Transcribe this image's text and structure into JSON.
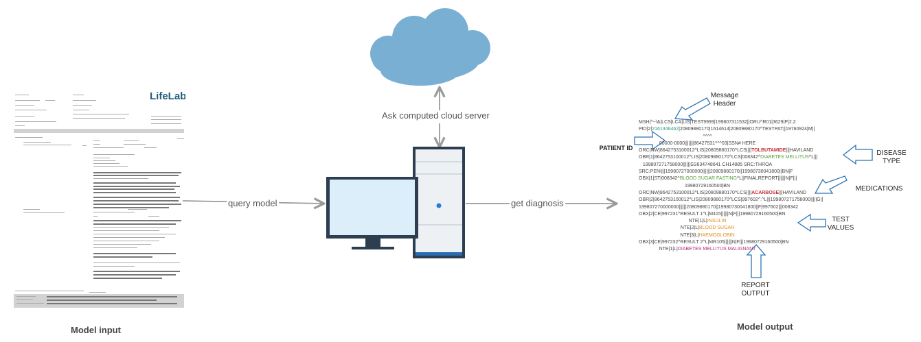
{
  "captions": {
    "input": "Model input",
    "output": "Model output"
  },
  "edges": {
    "query": "query model",
    "cloud": "Ask computed cloud server",
    "diagnosis": "get diagnosis"
  },
  "report": {
    "logo": "LifeLabs"
  },
  "hl7_lines": [
    [
      {
        "t": "MSH|^~\\&|LCS|LCA|LIS|TEST9999|199807311532||ORU^R01|3629|P|2.2"
      }
    ],
    [
      {
        "t": "PID|2|"
      },
      {
        "t": "2161348462",
        "c": "teal"
      },
      {
        "t": "|20809880170|1614614|20809880170^TESTPAT||19760924|M||"
      }
    ],
    [
      {
        "t": "^^^^"
      }
    ],
    [
      {
        "t": "00000-0000|||||||86427531^^^03|SSN# HERE"
      }
    ],
    [
      {
        "t": "ORC|NW|8642753100012^LIS|20809880170^LCS||||"
      },
      {
        "t": "TOLBUTAMIDE",
        "c": "red"
      },
      {
        "t": "|||HAVILAND"
      }
    ],
    [
      {
        "t": "OBR|1|8642753100012^LIS|20809880170^LCS|008342^"
      },
      {
        "t": "DIABETES MELLITUS",
        "c": "green"
      },
      {
        "t": "^L|||"
      }
    ],
    [
      {
        "t": "199807271758000||||||SS634748641 CH14885 SRC:THROA"
      }
    ],
    [
      {
        "t": "SRC:PENI|||19980727000000||||||20809880170||19980730041800||BN|F"
      }
    ],
    [
      {
        "t": "OBX|1|ST|008342^"
      },
      {
        "t": "BLOOD SUGAR FASTING",
        "c": "green"
      },
      {
        "t": "^L||FINALREPORT||||||N|F|||"
      }
    ],
    [
      {
        "t": "19980729160500|BN"
      }
    ],
    [
      {
        "t": "ORC|NW|8642753100012^LIS|20809880170^LCS||||"
      },
      {
        "t": "ACARBOSE",
        "c": "red"
      },
      {
        "t": "|||HAVILAND"
      }
    ],
    [
      {
        "t": "OBR|2|8642753100012^LIS|20809880170^LCS|997602^.^L|||199807271758000|||||G||"
      }
    ],
    [
      {
        "t": "199807270000000||||||20809880170||19980730041800||F|997602|||008342"
      }
    ],
    [
      {
        "t": "OBX|2|CE|997231^RESULT 1^L|M415||||||N|F|||19980729160500|BN"
      }
    ],
    [
      {
        "t": "NTE|1|L|"
      },
      {
        "t": "INSULIN",
        "c": "orange"
      }
    ],
    [
      {
        "t": "NTE|2|L|"
      },
      {
        "t": "BLOOD SUGAR",
        "c": "orange"
      }
    ],
    [
      {
        "t": "NTE|3|L|"
      },
      {
        "t": "HAEMOGLOBIN",
        "c": "orange"
      }
    ],
    [
      {
        "t": "OBX|3|CE|997232^RESULT 2^L|MR105||||||N|F|||19980729160500|BN"
      }
    ],
    [
      {
        "t": "NTE|1|L|"
      },
      {
        "t": "DIABETES MELLITUS MALIGNANT",
        "c": "magenta"
      }
    ]
  ],
  "callouts": {
    "message_header": [
      "Message",
      "Header"
    ],
    "patient_id": "PATIENT ID",
    "disease_type": [
      "DISEASE",
      "TYPE"
    ],
    "medications": "MEDICATIONS",
    "test_values": [
      "TEST",
      "VALUES"
    ],
    "report_output": [
      "REPORT",
      "OUTPUT"
    ]
  },
  "colors": {
    "cloud": "#7aafd4",
    "arrow": "#999999",
    "callout_arrow": "#2f72b3",
    "monitor_screen": "#dbeefa",
    "monitor_frame": "#2c3e50",
    "tower_body": "#eef1f4",
    "tower_light": "#2b7bd6"
  }
}
